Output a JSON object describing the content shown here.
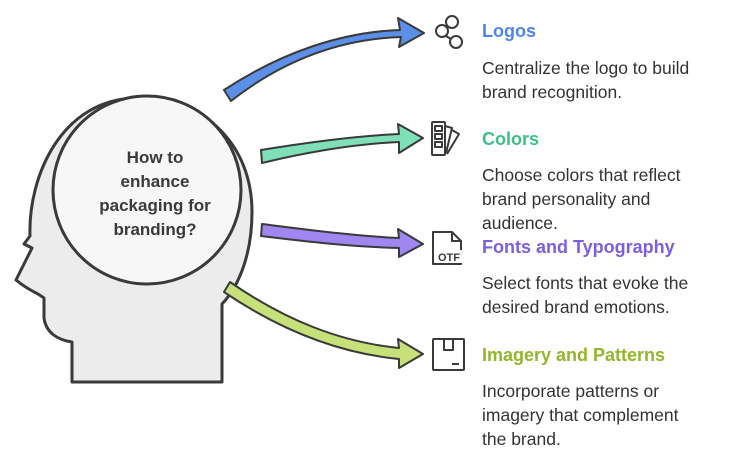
{
  "center": {
    "lines": [
      "How to",
      "enhance",
      "packaging for",
      "branding?"
    ]
  },
  "colors": {
    "outline": "#3a3a3a",
    "head_fill": "#ececec",
    "circle_fill": "#f7f7f7",
    "logos": "#5b8fe8",
    "colors": "#55c59a",
    "fonts": "#8a6fe6",
    "imagery": "#9cbd30",
    "text": "#333333"
  },
  "items": [
    {
      "key": "logos",
      "icon": "nodes-icon",
      "title": "Logos",
      "desc_lines": [
        "Centralize the logo to build",
        "brand recognition."
      ],
      "color": "#5b8fe8"
    },
    {
      "key": "colors",
      "icon": "swatch-icon",
      "title": "Colors",
      "desc_lines": [
        "Choose colors that reflect",
        "brand personality and",
        "audience."
      ],
      "color": "#3fbf88"
    },
    {
      "key": "fonts",
      "icon": "otf-file-icon",
      "icon_text": "OTF",
      "title": "Fonts and Typography",
      "desc_lines": [
        "Select fonts that evoke the",
        "desired brand emotions."
      ],
      "color": "#7a5fe0"
    },
    {
      "key": "imagery",
      "icon": "package-icon",
      "title": "Imagery and Patterns",
      "desc_lines": [
        "Incorporate patterns or",
        "imagery that complement",
        "the brand."
      ],
      "color": "#93b52a"
    }
  ]
}
